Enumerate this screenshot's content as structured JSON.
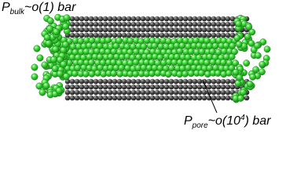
{
  "labels": {
    "bulk": {
      "symbol": "P",
      "subscript": "bulk",
      "relation": "~o(1) bar"
    },
    "pore": {
      "symbol": "P",
      "subscript": "pore",
      "prefix": "~o(10",
      "exponent": "4",
      "suffix": ") bar"
    }
  },
  "colors": {
    "fluid_atom": "#3ddc3a",
    "fluid_edge": "#1f7a1c",
    "wall_atom": "#3c3c3c",
    "wall_highlight": "#9a9a9a",
    "background": "#ffffff"
  }
}
